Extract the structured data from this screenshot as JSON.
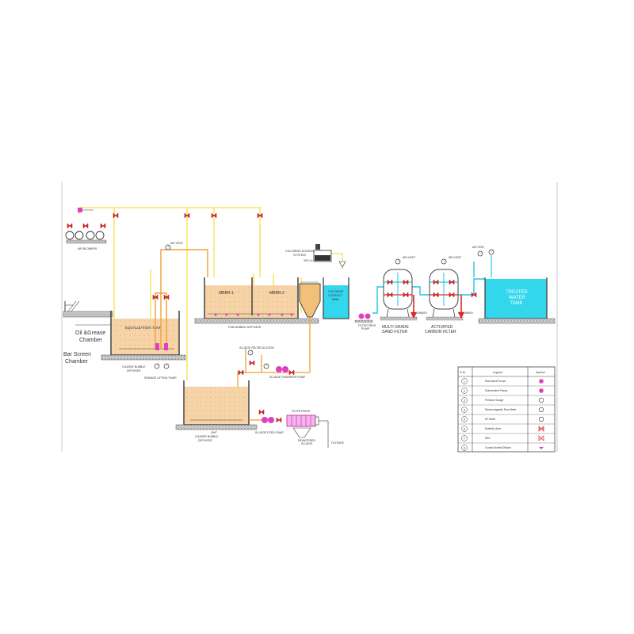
{
  "diagram": {
    "labels": {
      "air_blowers": "AIR BLOWERS",
      "oil_grease": [
        "Oil &Grease",
        "Chamber"
      ],
      "bar_screen": [
        "Bar Screen",
        "Chamber"
      ],
      "equalization_tank": "EQUALIZATION TANK",
      "coarse_diffuser_eq": [
        "COARSE BUBBLE",
        "DIFFUSER"
      ],
      "sewage_lifting_pump": "SEWAGE LIFTING PUMP",
      "air_vent": "AIR VENT",
      "mbbr1": "MBBR-1",
      "mbbr2": "MBBR-2",
      "fine_bubble_diffuser": "FINE BUBBLE DIFFUSER",
      "chlorine_dosing": [
        "CHLORINE DOSING",
        "SYSTEM"
      ],
      "chlorine_tank_size": "200 Ltr",
      "chlorine_contact_tank": [
        "CHLORINE",
        "CONTACT",
        "TANK"
      ],
      "filter_feed_pump": [
        "FILTER FEED",
        "PUMP"
      ],
      "mgf": [
        "MULTI GRADE",
        "SAND FILTER"
      ],
      "acf": [
        "ACTIVATED",
        "CARBON FILTER"
      ],
      "inlet1": "INFLUENT",
      "inlet2": "INFLUENT",
      "backwash1": "BACKWASH",
      "backwash2": "BACKWASH",
      "air_vent_right": "AIR VENT",
      "treated_tank": [
        "TREATED",
        "WATER",
        "TANK"
      ],
      "sludge_recirculation": "SLUDGE RECIRCULATION",
      "sludge_transfer": "SLUDGE TRANSFER PUMP",
      "sht": "SHT",
      "coarse_diffuser_sht": [
        "COARSE BUBBLE",
        "DIFFUSER"
      ],
      "sludge_feed_pump": "SLUDGE FEED PUMP",
      "filter_press": "FILTER PRESS",
      "dewatered_sludge": [
        "DEWATERED",
        "SLUDGE"
      ],
      "filtrate": "FILTRATE"
    },
    "legend": {
      "headers": [
        "S.N.",
        "Legend",
        "Symbol"
      ],
      "rows": [
        {
          "sn": "1",
          "legend": "Monoblock Pumps",
          "icon": "monoblock-pump-icon"
        },
        {
          "sn": "2",
          "legend": "Submersible Pumps",
          "icon": "submersible-pump-icon"
        },
        {
          "sn": "3",
          "legend": "Pressure Gauge",
          "icon": "pressure-gauge-icon"
        },
        {
          "sn": "4",
          "legend": "Electromagnetic Flow Meter",
          "icon": "flow-meter-icon"
        },
        {
          "sn": "5",
          "legend": "DP Meter",
          "icon": "dp-meter-icon"
        },
        {
          "sn": "6",
          "legend": "Butterfly Valve",
          "icon": "butterfly-valve-icon"
        },
        {
          "sn": "7",
          "legend": "NRV",
          "icon": "nrv-icon"
        },
        {
          "sn": "8",
          "legend": "Coarse Bubble Diffuser",
          "icon": "diffuser-icon"
        }
      ]
    },
    "colors": {
      "air_line": "#f5e04a",
      "sewage_line": "#f0a030",
      "water_line": "#22c7e0",
      "backwash_line": "#e52020",
      "tank_fill": "#f7d3a8",
      "clean_water": "#33d7ec",
      "pump": "#e040c0",
      "valve": "#d93030"
    }
  }
}
